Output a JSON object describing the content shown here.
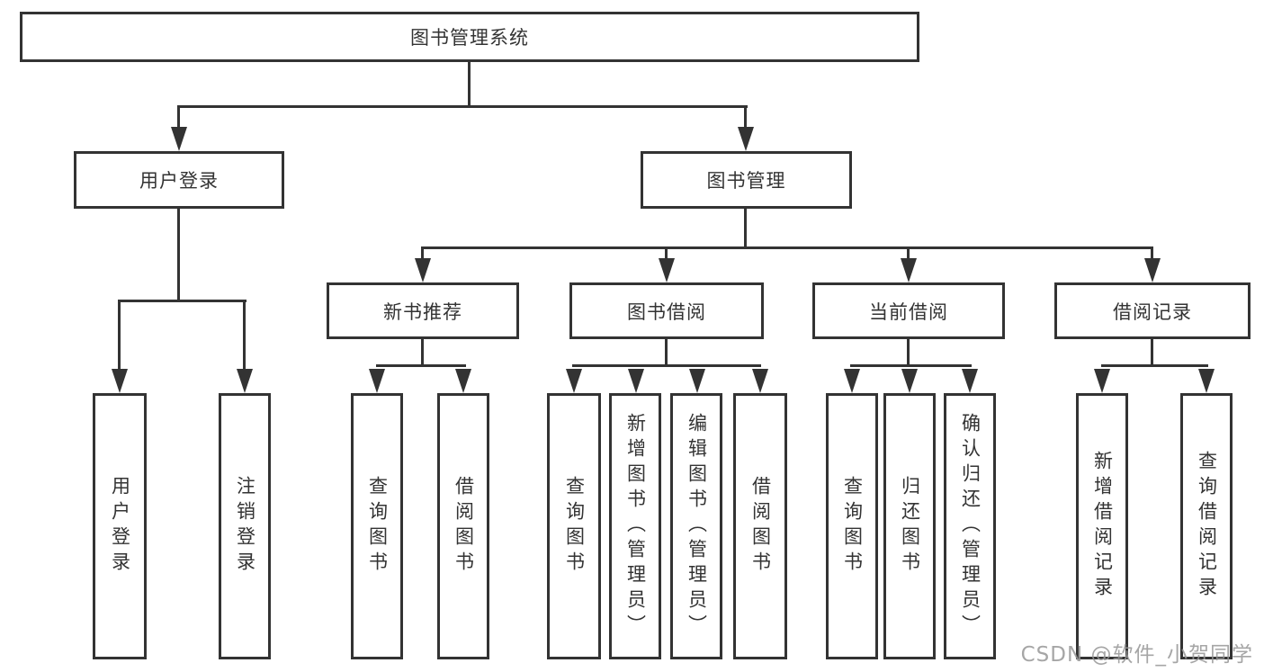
{
  "diagram_title": "图书管理系统",
  "nodes": {
    "root": "图书管理系统",
    "user_login": "用户登录",
    "book_mgmt": "图书管理",
    "new_book_rec": "新书推荐",
    "book_borrow": "图书借阅",
    "current_borrow": "当前借阅",
    "borrow_record": "借阅记录",
    "leaf_user_login": "用户登录",
    "leaf_logout": "注销登录",
    "leaf_nb_query": "查询图书",
    "leaf_nb_borrow": "借阅图书",
    "leaf_bb_query": "查询图书",
    "leaf_bb_add": "新增图书（管理员）",
    "leaf_bb_edit": "编辑图书（管理员）",
    "leaf_bb_borrow": "借阅图书",
    "leaf_cb_query": "查询图书",
    "leaf_cb_return": "归还图书",
    "leaf_cb_confirm": "确认归还（管理员）",
    "leaf_br_add": "新增借阅记录",
    "leaf_br_query": "查询借阅记录"
  },
  "watermark": "CSDN @软件_小贺同学",
  "colors": {
    "line": "#333333",
    "text": "#333333",
    "watermark": "#969696",
    "background": "#ffffff"
  }
}
